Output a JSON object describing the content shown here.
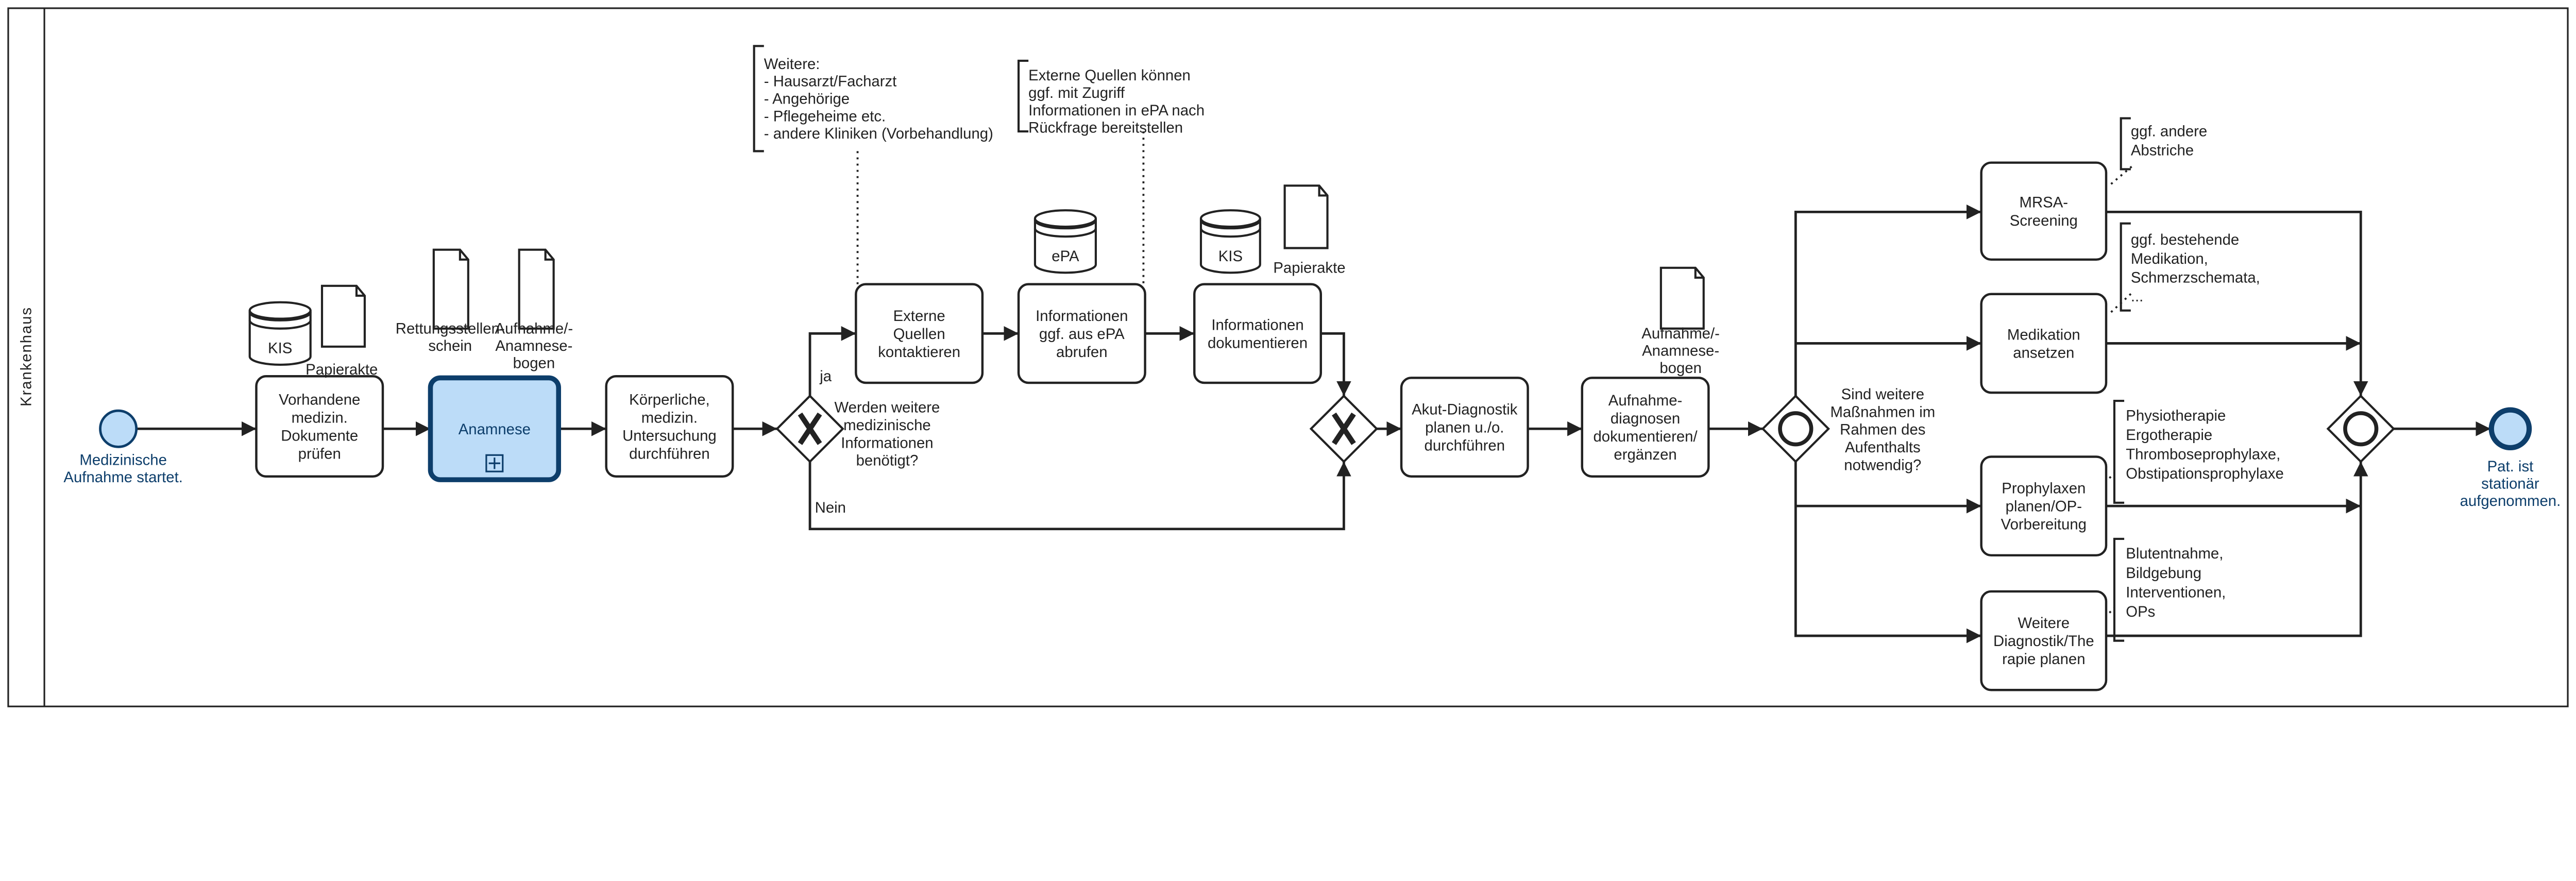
{
  "lane": {
    "label": "Krankenhaus"
  },
  "colors": {
    "stroke": "#222222",
    "event_fill": "#bcdcf8",
    "event_stroke": "#0d3e6b",
    "subprocess_fill": "#bcdcf8",
    "subprocess_stroke": "#0d3e6b",
    "event_label": "#0d3e6b"
  },
  "events": {
    "start": {
      "type": "start",
      "lines": [
        "Medizinische",
        "Aufnahme startet."
      ]
    },
    "end": {
      "type": "end",
      "lines": [
        "Pat. ist",
        "stationär",
        "aufgenommen."
      ]
    }
  },
  "tasks": [
    {
      "id": "t1",
      "lines": [
        "Vorhandene",
        "medizin.",
        "Dokumente",
        "prüfen"
      ]
    },
    {
      "id": "t2",
      "lines": [
        "Anamnese"
      ],
      "subprocess": true,
      "marker_icon": "plus-square-icon"
    },
    {
      "id": "t3",
      "lines": [
        "Körperliche,",
        "medizin.",
        "Untersuchung",
        "durchführen"
      ]
    },
    {
      "id": "t4",
      "lines": [
        "Externe",
        "Quellen",
        "kontaktieren"
      ]
    },
    {
      "id": "t5",
      "lines": [
        "Informationen",
        "ggf. aus ePA",
        "abrufen"
      ]
    },
    {
      "id": "t6",
      "lines": [
        "Informationen",
        "dokumentieren"
      ]
    },
    {
      "id": "t7",
      "lines": [
        "Akut-Diagnostik",
        "planen u./o.",
        "durchführen"
      ]
    },
    {
      "id": "t8",
      "lines": [
        "Aufnahme-",
        "diagnosen",
        "dokumentieren/",
        "ergänzen"
      ]
    },
    {
      "id": "t9",
      "lines": [
        "MRSA-",
        "Screening"
      ]
    },
    {
      "id": "t10",
      "lines": [
        "Medikation",
        "ansetzen"
      ]
    },
    {
      "id": "t11",
      "lines": [
        "Prophylaxen",
        "planen/OP-",
        "Vorbereitung"
      ]
    },
    {
      "id": "t12",
      "lines": [
        "Weitere",
        "Diagnostik/The",
        "rapie planen"
      ]
    }
  ],
  "gateways": [
    {
      "id": "g1",
      "type": "exclusive",
      "lines": [
        "Werden weitere",
        "medizinische",
        "Informationen",
        "benötigt?"
      ]
    },
    {
      "id": "g2",
      "type": "exclusive",
      "lines": []
    },
    {
      "id": "g3",
      "type": "inclusive",
      "lines": [
        "Sind weitere",
        "Maßnahmen im",
        "Rahmen des",
        "Aufenthalts",
        "notwendig?"
      ]
    },
    {
      "id": "g4",
      "type": "inclusive",
      "lines": []
    }
  ],
  "data_stores": [
    {
      "id": "ds1",
      "label": "KIS"
    },
    {
      "id": "ds2",
      "label": "ePA"
    },
    {
      "id": "ds3",
      "label": "KIS"
    }
  ],
  "data_objects": [
    {
      "id": "do1",
      "lines": [
        "Papierakte"
      ]
    },
    {
      "id": "do2",
      "lines": [
        "Rettungsstellen-",
        "schein"
      ]
    },
    {
      "id": "do3",
      "lines": [
        "Aufnahme/-",
        "Anamnese-",
        "bogen"
      ]
    },
    {
      "id": "do4",
      "lines": [
        "Papierakte"
      ]
    },
    {
      "id": "do5",
      "lines": [
        "Aufnahme/-",
        "Anamnese-",
        "bogen"
      ]
    }
  ],
  "annotations": [
    {
      "id": "a1",
      "lines": [
        "Weitere:",
        "- Hausarzt/Facharzt",
        "- Angehörige",
        "- Pflegeheime etc.",
        "- andere Kliniken (Vorbehandlung)"
      ]
    },
    {
      "id": "a2",
      "lines": [
        "Externe Quellen können",
        "ggf. mit Zugriff",
        "Informationen in ePA nach",
        "Rückfrage bereitstellen"
      ]
    },
    {
      "id": "a3",
      "lines": [
        "ggf. andere",
        "Abstriche"
      ]
    },
    {
      "id": "a4",
      "lines": [
        "ggf. bestehende",
        "Medikation,",
        "Schmerzschemata,",
        "..."
      ]
    },
    {
      "id": "a5",
      "lines": [
        "Physiotherapie",
        "Ergotherapie",
        "Thromboseprophylaxe,",
        "Obstipationsprophylaxe"
      ]
    },
    {
      "id": "a6",
      "lines": [
        "Blutentnahme,",
        "Bildgebung",
        "Interventionen,",
        "OPs"
      ]
    }
  ],
  "flow_labels": {
    "yes": "ja",
    "no": "Nein"
  }
}
